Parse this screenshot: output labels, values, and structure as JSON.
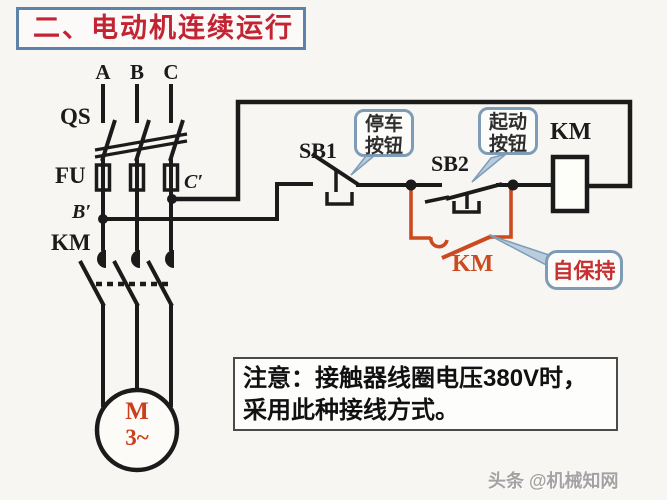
{
  "title": "二、电动机连续运行",
  "colors": {
    "accent": "#c32433",
    "title_border": "#5d83a8",
    "wire": "#1b1b1b",
    "orange": "#cc4a20",
    "callout_border": "#7f9cb6",
    "callout_fill": "#b9cdde",
    "callout_text": "#2e2e2e",
    "selfhold_text": "#c53030",
    "motor_text": "#cc3f1d",
    "watermark": "#a3a3a3",
    "note_text": "#111111"
  },
  "diagram": {
    "phase_labels": [
      "A",
      "B",
      "C"
    ],
    "labels": {
      "switch": "QS",
      "fuse": "FU",
      "node_b": "B′",
      "node_c": "C′",
      "contactor_main": "KM",
      "stop_button": "SB1",
      "start_button": "SB2",
      "contactor_coil": "KM",
      "selfhold_contact": "KM",
      "motor_letter": "M",
      "motor_phases": "3~"
    },
    "callouts": {
      "stop": [
        "停车",
        "按钮"
      ],
      "start": [
        "起动",
        "按钮"
      ],
      "selfhold": "自保持"
    }
  },
  "note": {
    "lines": [
      "注意：接触器线圈电压380V时，",
      "采用此种接线方式。"
    ]
  },
  "watermark": "头条 @机械知网"
}
